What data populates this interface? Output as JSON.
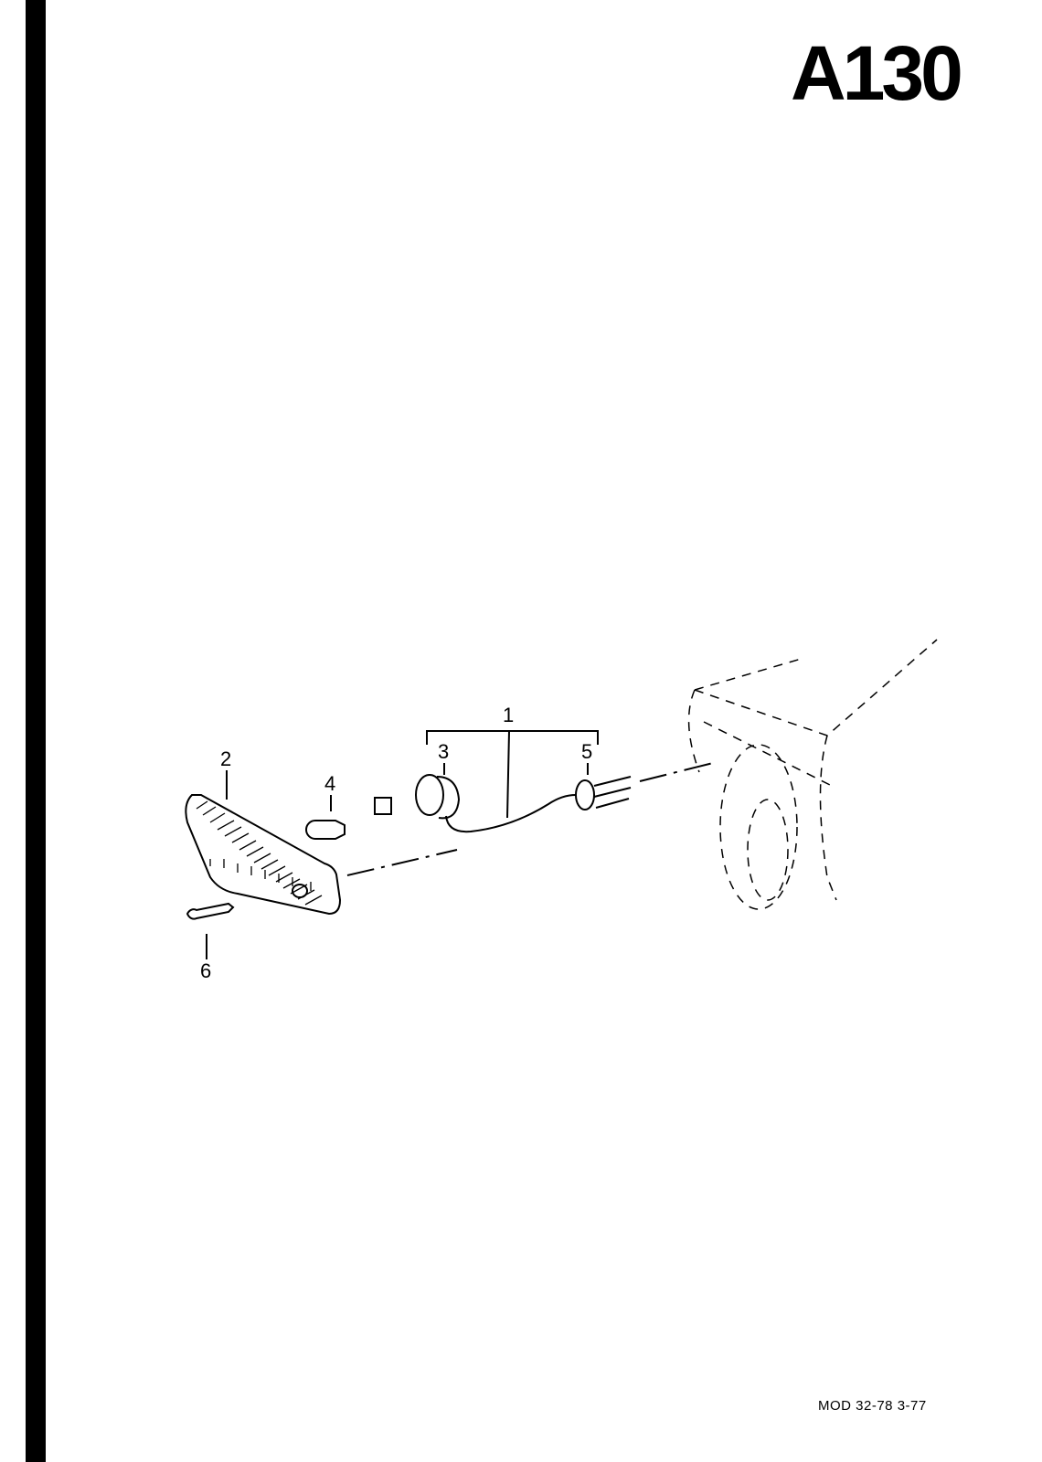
{
  "page_code": "A130",
  "footer": "MOD 32-78  3-77",
  "callouts": [
    {
      "number": "1",
      "part": "assembly"
    },
    {
      "number": "2",
      "part": "lens"
    },
    {
      "number": "3",
      "part": "bulb-holder"
    },
    {
      "number": "4",
      "part": "bulb"
    },
    {
      "number": "5",
      "part": "grommet"
    },
    {
      "number": "6",
      "part": "screw"
    }
  ]
}
